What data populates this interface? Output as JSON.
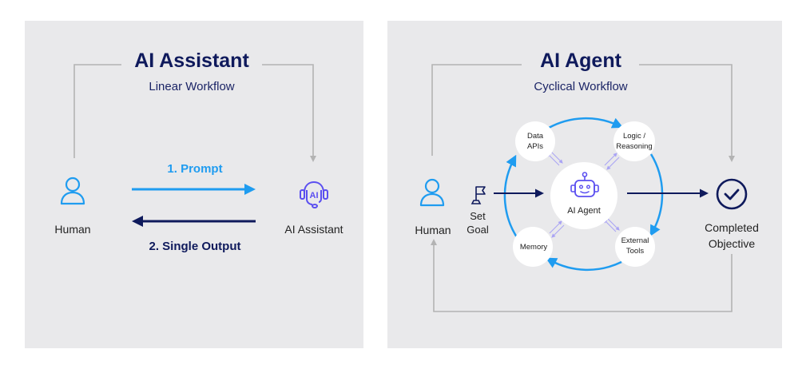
{
  "colors": {
    "panel_bg": "#e9e9eb",
    "navy": "#0f1a5c",
    "blue": "#1f9cf0",
    "purple": "#5b4ff0",
    "connector_gray": "#b3b3b3",
    "light_purple": "#a9a3f5"
  },
  "assistant": {
    "title": "AI Assistant",
    "subtitle": "Linear Workflow",
    "human_label": "Human",
    "human_icon": "person-icon",
    "assistant_label": "AI Assistant",
    "assistant_icon": "ai-headset-icon",
    "step1": "1. Prompt",
    "step2": "2. Single Output"
  },
  "agent": {
    "title": "AI Agent",
    "subtitle": "Cyclical Workflow",
    "human_label": "Human",
    "human_icon": "person-icon",
    "goal_label_line1": "Set",
    "goal_label_line2": "Goal",
    "goal_icon": "flag-icon",
    "center_label": "AI Agent",
    "center_icon": "robot-icon",
    "nodes": {
      "data_apis": [
        "Data",
        "APIs"
      ],
      "logic": [
        "Logic /",
        "Reasoning"
      ],
      "tools": [
        "External",
        "Tools"
      ],
      "memory": [
        "Memory"
      ]
    },
    "objective_line1": "Completed",
    "objective_line2": "Objective",
    "objective_icon": "check-circle-icon"
  }
}
